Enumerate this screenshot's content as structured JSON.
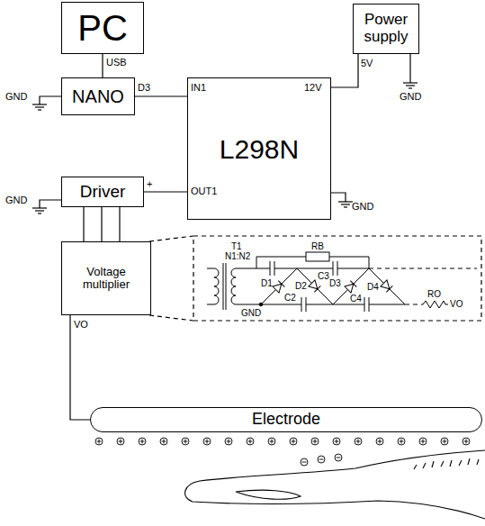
{
  "diagram": {
    "nodes": [
      {
        "text": [
          "PC"
        ]
      },
      {
        "text": [
          "Power supply"
        ]
      },
      {
        "text": [
          "NANO"
        ]
      },
      {
        "text": [
          "L298N"
        ]
      },
      {
        "text": [
          "Driver"
        ]
      },
      {
        "text": [
          "Voltage multiplier"
        ]
      },
      {
        "text": [
          "Electrode"
        ]
      }
    ],
    "edges": [
      {
        "from": 0,
        "to": 2,
        "arrow": "none"
      },
      {
        "from": 2,
        "to": 3,
        "arrow": "none"
      },
      {
        "from": 1,
        "to": 3,
        "arrow": "none"
      },
      {
        "from": 3,
        "to": 4,
        "arrow": "none"
      },
      {
        "from": 4,
        "to": 5,
        "arrow": "none"
      },
      {
        "from": 4,
        "to": 5,
        "arrow": "none"
      },
      {
        "from": 4,
        "to": 5,
        "arrow": "none"
      },
      {
        "from": 5,
        "to": 6,
        "arrow": "none"
      }
    ],
    "labels": [
      "USB",
      "GND",
      "D3",
      "IN1",
      "12V",
      "5V",
      "GND",
      "+",
      "OUT1",
      "GND",
      "GND",
      "VO",
      "T1",
      "N1:N2",
      "RB",
      "C3",
      "D1",
      "D2",
      "D3",
      "D4",
      "GND",
      "C2",
      "C4",
      "RO",
      "VO"
    ]
  }
}
